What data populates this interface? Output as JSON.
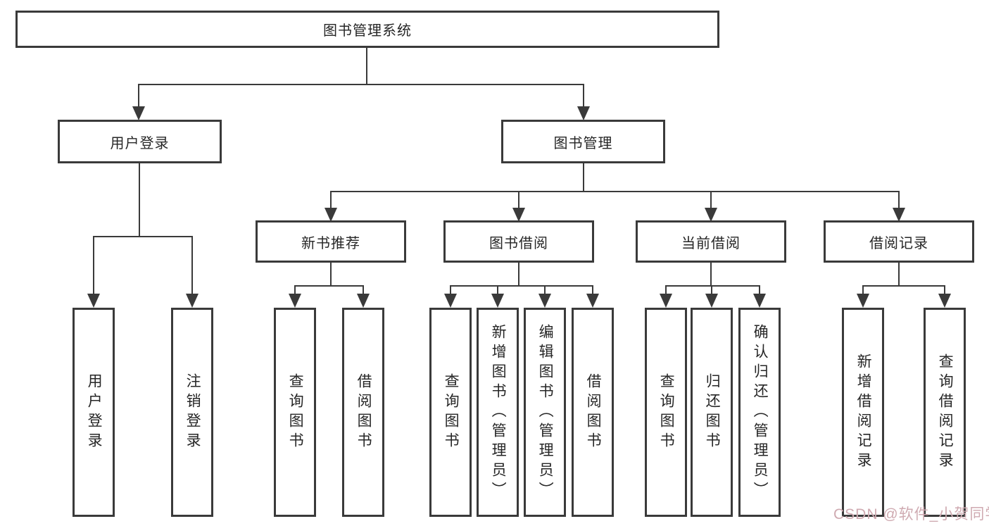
{
  "tree": {
    "root": {
      "label": "图书管理系统"
    },
    "branches": [
      {
        "label": "用户登录",
        "children": [
          {
            "label": "用户登录"
          },
          {
            "label": "注销登录"
          }
        ]
      },
      {
        "label": "图书管理",
        "children": [
          {
            "label": "新书推荐",
            "children": [
              {
                "label": "查询图书"
              },
              {
                "label": "借阅图书"
              }
            ]
          },
          {
            "label": "图书借阅",
            "children": [
              {
                "label": "查询图书"
              },
              {
                "label": "新增图书（管理员）"
              },
              {
                "label": "编辑图书（管理员）"
              },
              {
                "label": "借阅图书"
              }
            ]
          },
          {
            "label": "当前借阅",
            "children": [
              {
                "label": "查询图书"
              },
              {
                "label": "归还图书"
              },
              {
                "label": "确认归还（管理员）"
              }
            ]
          },
          {
            "label": "借阅记录",
            "children": [
              {
                "label": "新增借阅记录"
              },
              {
                "label": "查询借阅记录"
              }
            ]
          }
        ]
      }
    ]
  },
  "watermark": {
    "text": "CSDN @软件_小贺同学",
    "color": "#cfaab1"
  },
  "colors": {
    "line": "#3a3a3a",
    "text": "#262626",
    "background": "#ffffff"
  }
}
